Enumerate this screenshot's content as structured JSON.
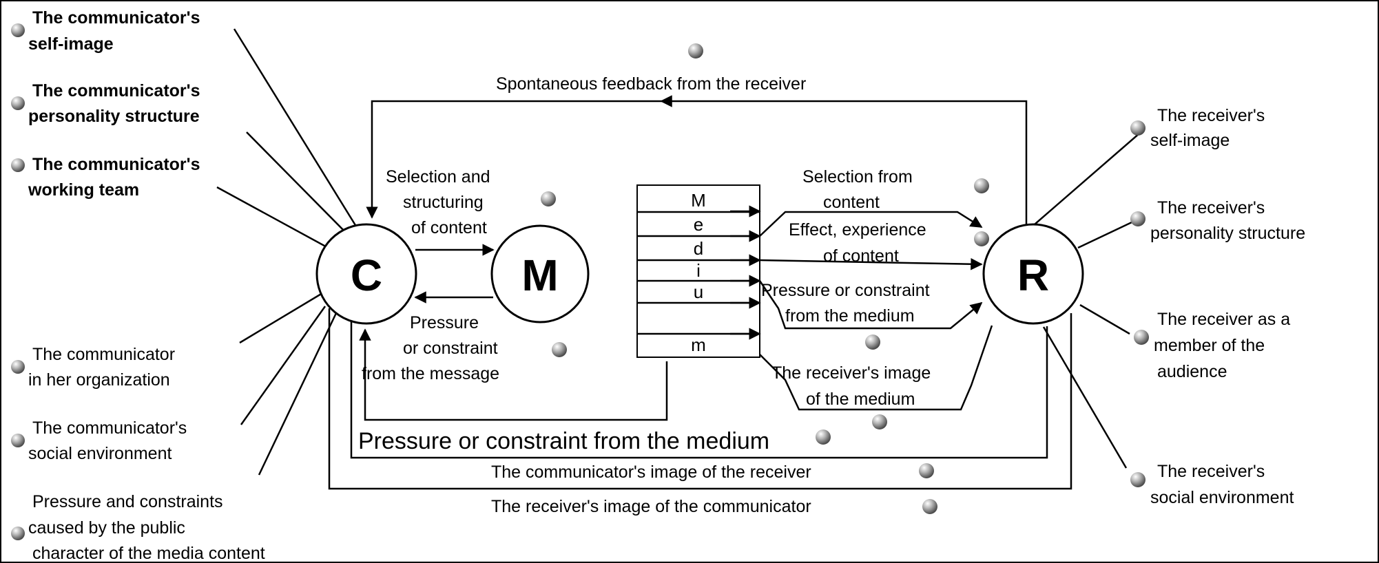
{
  "nodes": {
    "communicator": "C",
    "message": "M",
    "receiver": "R"
  },
  "medium_letters": [
    "M",
    "e",
    "d",
    "i",
    "u",
    "m"
  ],
  "communicator_factors": {
    "self_image": [
      "The communicator's",
      "self-image"
    ],
    "personality": [
      "The communicator's",
      "personality structure"
    ],
    "team": [
      "The communicator's",
      "working team"
    ],
    "organization": [
      "The communicator",
      "in her organization"
    ],
    "social": [
      "The communicator's",
      "social environment"
    ],
    "public": [
      "Pressure and constraints",
      "caused by the public",
      "character of the media content"
    ]
  },
  "receiver_factors": {
    "self_image": [
      "The receiver's",
      "self-image"
    ],
    "personality": [
      "The receiver's",
      "personality structure"
    ],
    "audience": [
      "The receiver as a",
      "member of the",
      "audience"
    ],
    "social": [
      "The receiver's",
      "social environment"
    ]
  },
  "flow_labels": {
    "feedback": "Spontaneous feedback from the receiver",
    "selection_structuring": [
      "Selection and",
      "structuring",
      "of content"
    ],
    "pressure_message": [
      "Pressure",
      "or constraint",
      "from the message"
    ],
    "selection_from_content": [
      "Selection from",
      "content"
    ],
    "effect_experience": [
      "Effect, experience",
      "of content"
    ],
    "pressure_medium_receiver": [
      "Pressure or constraint",
      "from the medium"
    ],
    "receiver_image_medium": [
      "The receiver's image",
      "of the medium"
    ],
    "pressure_medium_communicator": "Pressure or constraint from the medium",
    "communicator_image_receiver": "The communicator's image of the receiver",
    "receiver_image_communicator": "The receiver's image of the communicator"
  }
}
